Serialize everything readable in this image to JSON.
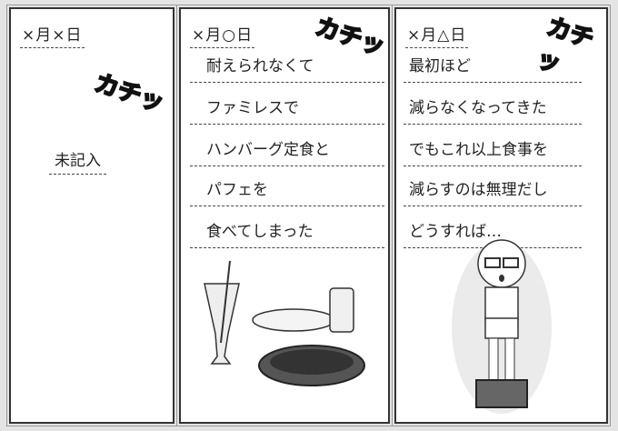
{
  "panels": [
    {
      "date": "×月×日",
      "sfx": "カチッ",
      "body": "未記入"
    },
    {
      "date": "×月○日",
      "sfx": "カチッ",
      "lines": [
        "耐えられなくて",
        "ファミレスで",
        "ハンバーグ定食と",
        "パフェを",
        "食べてしまった"
      ]
    },
    {
      "date": "×月△日",
      "sfx": "カチッ",
      "lines": [
        "最初ほど",
        "減らなくなってきた",
        "でもこれ以上食事を",
        "減らすのは無理だし",
        "どうすれば…"
      ]
    }
  ]
}
